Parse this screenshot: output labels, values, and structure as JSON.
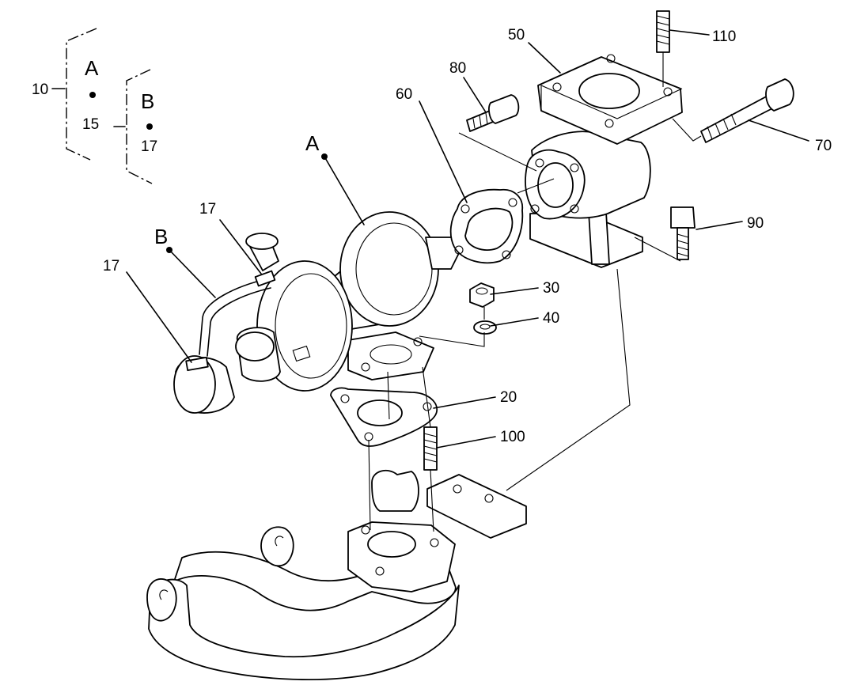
{
  "labels": {
    "ref_10": "10",
    "ref_15": "15",
    "ref_17_key": "17",
    "group_a_key": "A",
    "group_b_key": "B",
    "group_a": "A",
    "group_b": "B",
    "part_17_upper": "17",
    "part_17_lower": "17",
    "part_20": "20",
    "part_30": "30",
    "part_40": "40",
    "part_50": "50",
    "part_60": "60",
    "part_70": "70",
    "part_80": "80",
    "part_90": "90",
    "part_100": "100",
    "part_110": "110"
  },
  "colors": {
    "line": "#000000",
    "background": "#ffffff"
  }
}
